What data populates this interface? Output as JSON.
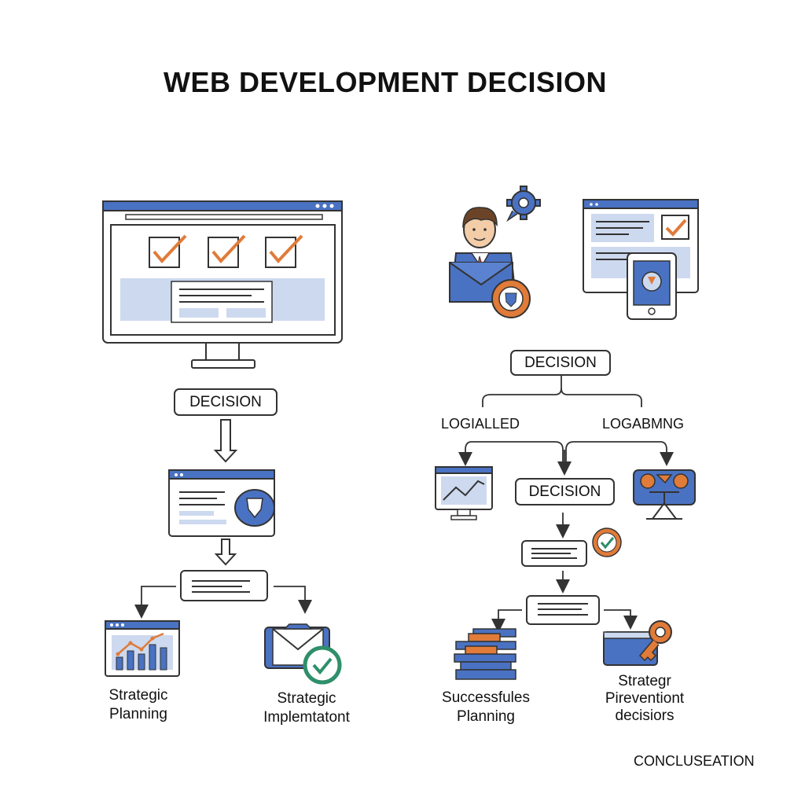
{
  "title": "WEB DEVELOPMENT DECISION",
  "left": {
    "decision": "DECISION",
    "outcomes": [
      {
        "line1": "Strategic",
        "line2": "Planning"
      },
      {
        "line1": "Strategic",
        "line2": "Implemtatont"
      }
    ]
  },
  "right": {
    "decision_top": "DECISION",
    "branch_left": "LOGIALLED",
    "branch_right": "LOGABMNG",
    "decision_mid": "DECISION",
    "outcomes": [
      {
        "line1": "Successfules",
        "line2": "Planning"
      },
      {
        "line1": "Strategr",
        "line2": "Pireventiont",
        "line3": "decisiors"
      }
    ]
  },
  "footer": "CONCLUSEATION",
  "colors": {
    "blue": "#4a72c2",
    "light_blue": "#cdd9ef",
    "orange": "#e07b39",
    "green": "#2f8f6b",
    "stroke": "#333333"
  }
}
